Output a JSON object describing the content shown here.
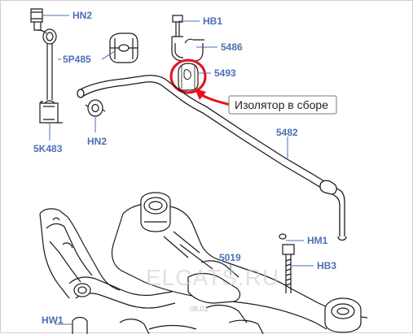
{
  "diagram": {
    "part_labels": {
      "hn2_top": "HN2",
      "hb1": "HB1",
      "p5486": "5486",
      "p5p485": "5P485",
      "p5493": "5493",
      "hn2_mid": "HN2",
      "p5k483": "5K483",
      "p5482": "5482",
      "hm1": "HM1",
      "p5019": "5019",
      "hb3": "HB3",
      "hw1": "HW1"
    },
    "callout": {
      "text": "Изолятор в сборе",
      "highlight_color": "#e8101a"
    },
    "watermark": {
      "text": "ELCATS.RU",
      "code": "08.01"
    },
    "colors": {
      "label_blue": "#4d6fb3",
      "line_dark": "#1a1a1a",
      "highlight_red": "#e8101a"
    }
  }
}
